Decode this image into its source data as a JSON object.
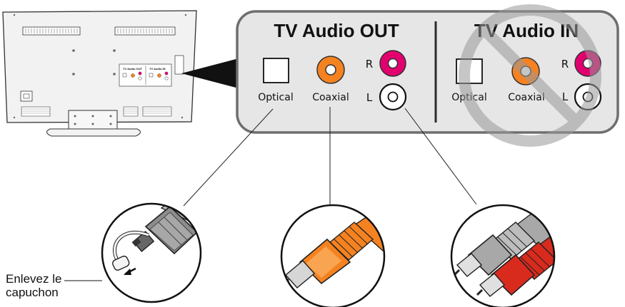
{
  "panel": {
    "out_title": "TV Audio OUT",
    "in_title": "TV Audio IN",
    "out_ports": {
      "optical": "Optical",
      "coaxial": "Coaxial",
      "r": "R",
      "l": "L"
    },
    "in_ports": {
      "optical": "Optical",
      "coaxial": "Coaxial",
      "r": "R",
      "l": "L"
    }
  },
  "tv_mini_labels": {
    "out": "TV Audio OUT",
    "in": "TV Audio IN"
  },
  "caption": {
    "line1": "Enlevez le",
    "line2": "capuchon"
  },
  "colors": {
    "panel_bg": "#e6e6e7",
    "panel_border": "#6d6e70",
    "coax_orange": "#f58220",
    "rca_red": "#e2006f",
    "cable_red": "#d92a1e",
    "cable_gray": "#a8a8a8",
    "prohibit": "#999999"
  }
}
